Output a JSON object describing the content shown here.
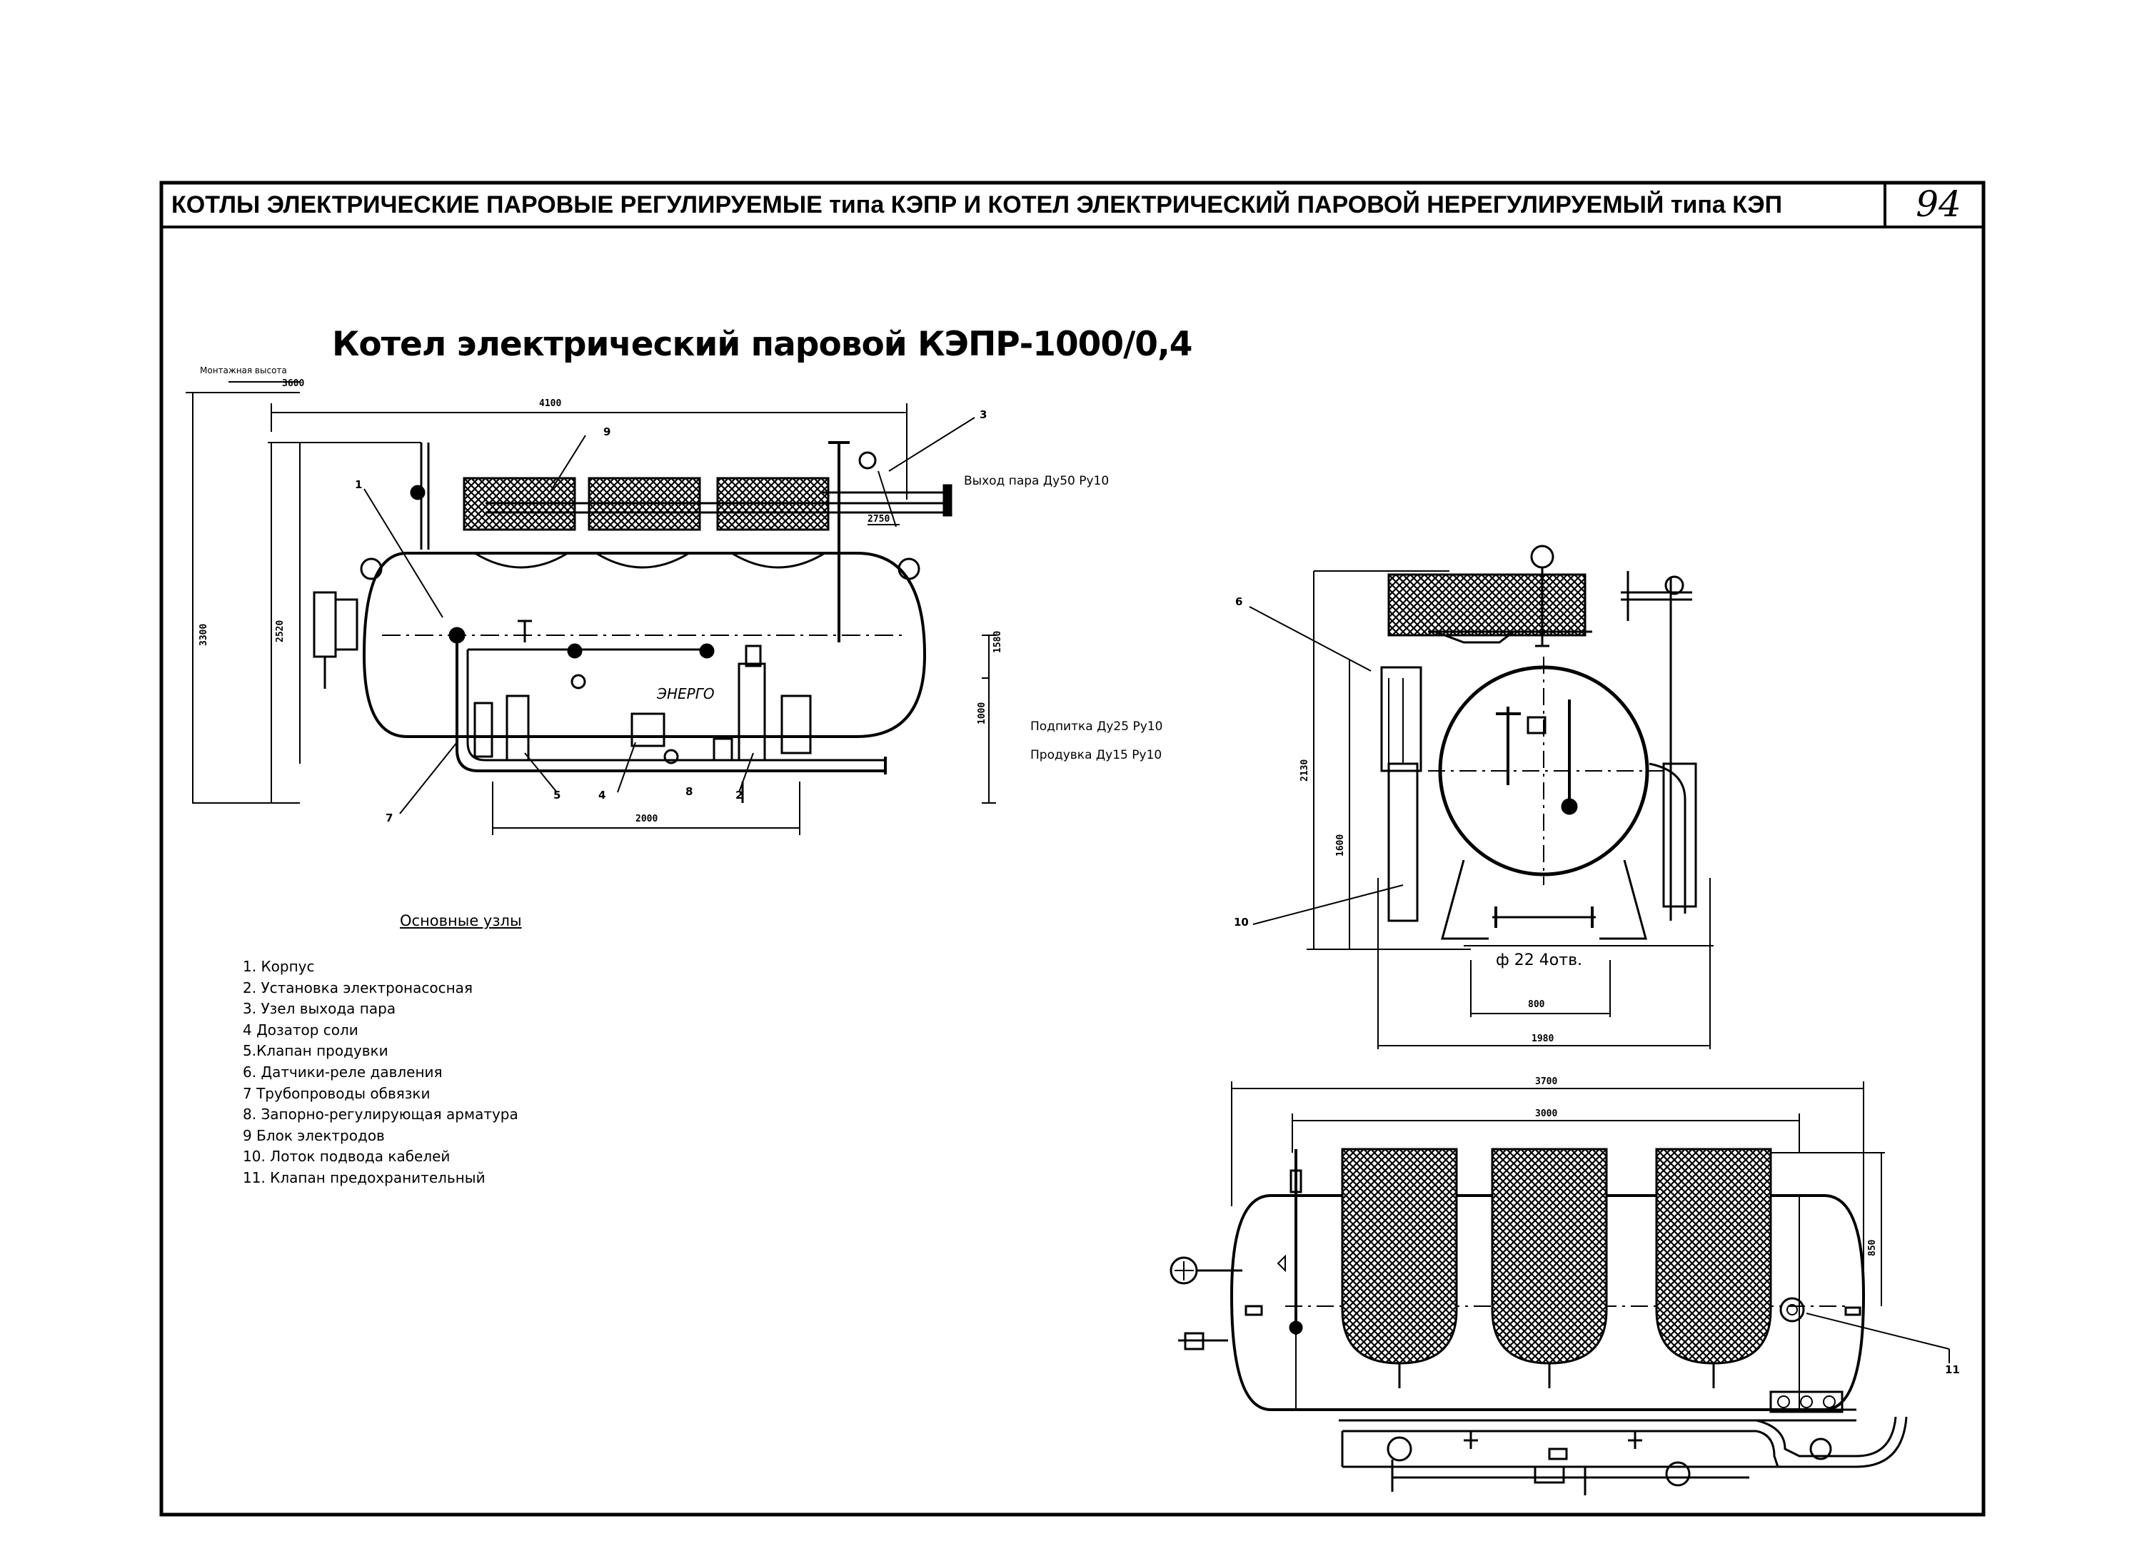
{
  "header": {
    "title": "КОТЛЫ ЭЛЕКТРИЧЕСКИЕ ПАРОВЫЕ РЕГУЛИРУЕМЫЕ типа КЭПР И КОТЕЛ ЭЛЕКТРИЧЕСКИЙ ПАРОВОЙ НЕРЕГУЛИРУЕМЫЙ типа КЭП",
    "page_number": "94"
  },
  "drawing_title": "Котел электрический паровой КЭПР-1000/0,4",
  "side_view": {
    "mounting_height_label": "Монтажная высота",
    "mounting_height_value": "3600",
    "dims": {
      "overall_length": "4100",
      "height_outer": "3300",
      "height_inner": "2520",
      "right_upper": "1580",
      "right_lower": "1000",
      "bottom": "2000",
      "flange": "2750"
    },
    "callouts": {
      "steam_outlet": "Выход пара Ду50 Ру10",
      "feed": "Подпитка Ду25 Ру10",
      "blowdown": "Продувка Ду15 Ру10",
      "tank_inscription": "ЭНЕРГО"
    },
    "item_numbers": [
      "1",
      "9",
      "3",
      "7",
      "5",
      "4",
      "8",
      "2"
    ]
  },
  "end_view": {
    "dims": {
      "height_total": "2130",
      "height_center": "1600",
      "base_inner": "800",
      "base_outer": "1980"
    },
    "hole_note": "ф 22  4отв.",
    "item_numbers": [
      "6",
      "10"
    ]
  },
  "top_view": {
    "dims": {
      "overall_length": "3700",
      "inner_length": "3000",
      "height": "850"
    },
    "item_numbers": [
      "11"
    ]
  },
  "legend": {
    "title": "Основные узлы",
    "items": [
      "1. Корпус",
      "2. Установка  электронасосная",
      "3. Узел выхода пара",
      "4 Дозатор соли",
      "5.Клапан продувки",
      "6. Датчики-реле давления",
      "7  Трубопроводы обвязки",
      "8. Запорно-регулирующая арматура",
      "9  Блок электродов",
      "10. Лоток подвода кабелей",
      "11. Клапан предохранительный"
    ]
  }
}
